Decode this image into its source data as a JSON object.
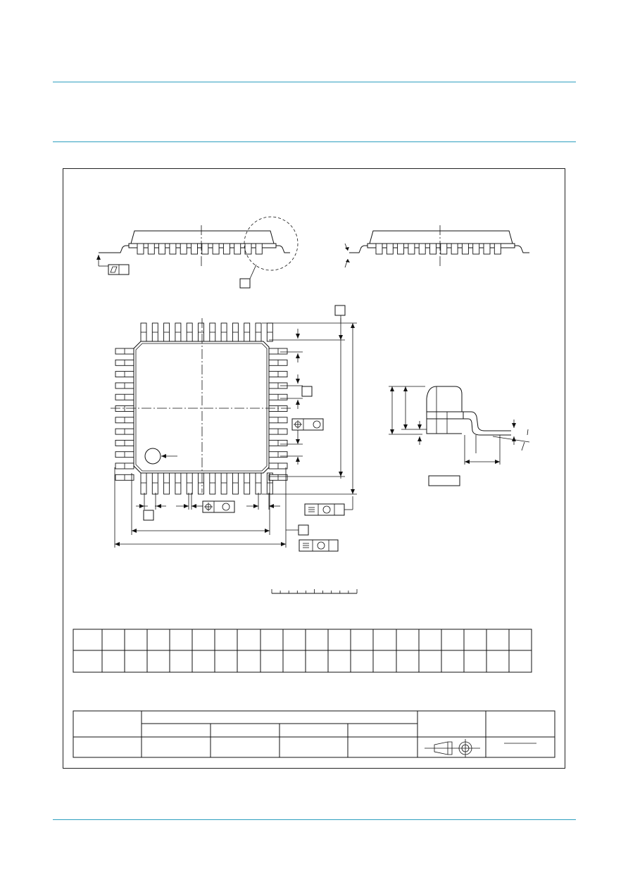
{
  "page": {
    "header_rules": [
      "top-rule",
      "section-rule"
    ],
    "footer_rule": "bottom-rule"
  },
  "colors": {
    "accent_rule": "#2e9fc0",
    "line": "#111111",
    "background": "#ffffff"
  },
  "drawing": {
    "package_pins_per_side": 12,
    "dimension_table": {
      "rows": 2,
      "columns": 20
    },
    "outline_table": {
      "rows": 3
    },
    "icons": [
      "flatness-symbol",
      "position-tolerance-symbol",
      "parallelism-symbol",
      "projection-method-symbol"
    ]
  }
}
